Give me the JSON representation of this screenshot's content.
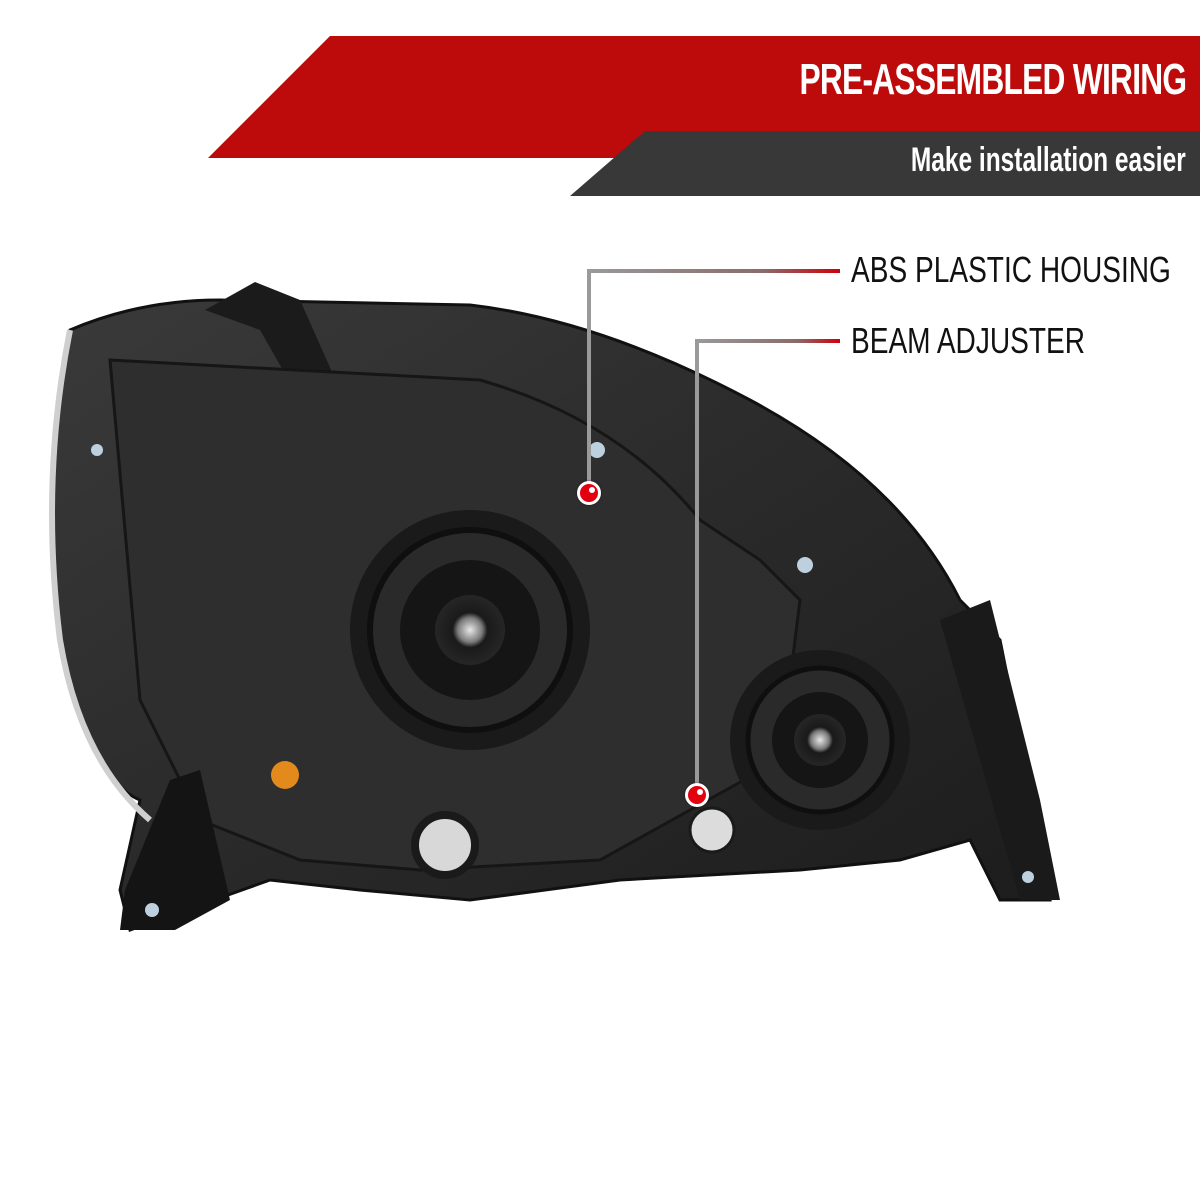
{
  "banner": {
    "title": "PRE-ASSEMBLED WIRING",
    "subtitle": "Make installation easier",
    "colors": {
      "red": "#bd0a0a",
      "dark": "#383838",
      "text": "#ffffff"
    }
  },
  "callouts": [
    {
      "label": "ABS PLASTIC HOUSING",
      "dot": [
        589,
        493
      ]
    },
    {
      "label": "BEAM ADJUSTER",
      "dot": [
        697,
        795
      ]
    }
  ],
  "colors": {
    "accent": "#e3000f",
    "leader_start": "#9a9a9a",
    "leader_end": "#d0000c"
  },
  "product": {
    "name": "headlight-rear-view"
  }
}
